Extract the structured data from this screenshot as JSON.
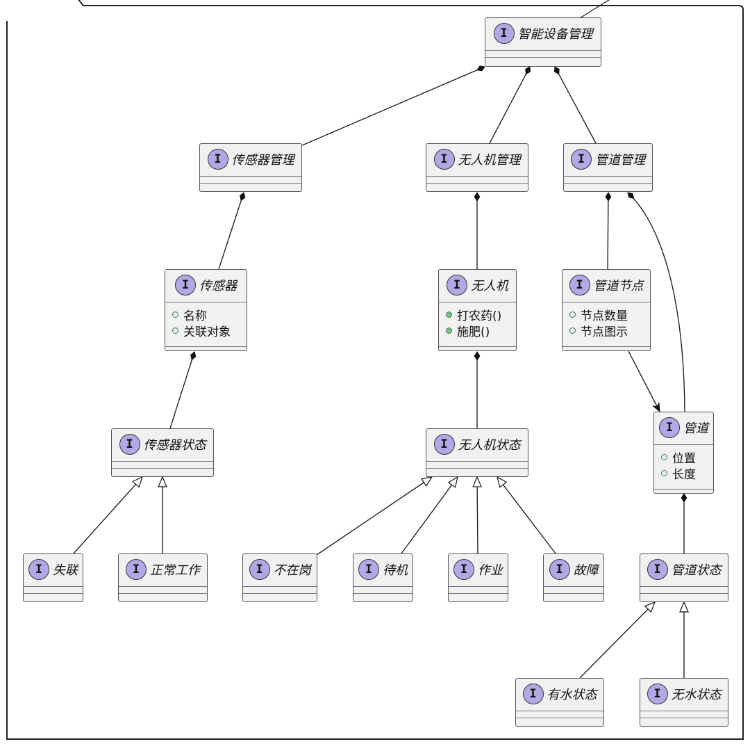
{
  "nodes": {
    "smart": {
      "name": "智能设备管理",
      "badge": "I",
      "members": []
    },
    "sensor_mgr": {
      "name": "传感器管理",
      "badge": "I",
      "members": []
    },
    "uav_mgr": {
      "name": "无人机管理",
      "badge": "I",
      "members": []
    },
    "pipe_mgr": {
      "name": "管道管理",
      "badge": "I",
      "members": []
    },
    "sensor": {
      "name": "传感器",
      "badge": "I",
      "members": [
        {
          "text": "名称",
          "kind": "field"
        },
        {
          "text": "关联对象",
          "kind": "field"
        }
      ]
    },
    "uav": {
      "name": "无人机",
      "badge": "I",
      "members": [
        {
          "text": "打农药()",
          "kind": "method"
        },
        {
          "text": "施肥()",
          "kind": "method"
        }
      ]
    },
    "pipe_node": {
      "name": "管道节点",
      "badge": "I",
      "members": [
        {
          "text": "节点数量",
          "kind": "field"
        },
        {
          "text": "节点图示",
          "kind": "field"
        }
      ]
    },
    "pipe": {
      "name": "管道",
      "badge": "I",
      "members": [
        {
          "text": "位置",
          "kind": "field"
        },
        {
          "text": "长度",
          "kind": "field"
        }
      ]
    },
    "sensor_state": {
      "name": "传感器状态",
      "badge": "I",
      "members": []
    },
    "uav_state": {
      "name": "无人机状态",
      "badge": "I",
      "members": []
    },
    "pipe_state": {
      "name": "管道状态",
      "badge": "I",
      "members": []
    },
    "lost": {
      "name": "失联",
      "badge": "I",
      "members": []
    },
    "normal": {
      "name": "正常工作",
      "badge": "I",
      "members": []
    },
    "absent": {
      "name": "不在岗",
      "badge": "I",
      "members": []
    },
    "standby": {
      "name": "待机",
      "badge": "I",
      "members": []
    },
    "working": {
      "name": "作业",
      "badge": "I",
      "members": []
    },
    "fault": {
      "name": "故障",
      "badge": "I",
      "members": []
    },
    "water": {
      "name": "有水状态",
      "badge": "I",
      "members": []
    },
    "nowater": {
      "name": "无水状态",
      "badge": "I",
      "members": []
    }
  },
  "relations": [
    {
      "from": "smart",
      "to": "sensor_mgr",
      "type": "composition"
    },
    {
      "from": "smart",
      "to": "uav_mgr",
      "type": "composition"
    },
    {
      "from": "smart",
      "to": "pipe_mgr",
      "type": "composition"
    },
    {
      "from": "sensor_mgr",
      "to": "sensor",
      "type": "composition"
    },
    {
      "from": "uav_mgr",
      "to": "uav",
      "type": "composition"
    },
    {
      "from": "pipe_mgr",
      "to": "pipe_node",
      "type": "composition"
    },
    {
      "from": "pipe_mgr",
      "to": "pipe",
      "type": "composition"
    },
    {
      "from": "pipe_node",
      "to": "pipe",
      "type": "association"
    },
    {
      "from": "sensor",
      "to": "sensor_state",
      "type": "composition"
    },
    {
      "from": "uav",
      "to": "uav_state",
      "type": "composition"
    },
    {
      "from": "pipe",
      "to": "pipe_state",
      "type": "composition"
    },
    {
      "from": "lost",
      "to": "sensor_state",
      "type": "inheritance"
    },
    {
      "from": "normal",
      "to": "sensor_state",
      "type": "inheritance"
    },
    {
      "from": "absent",
      "to": "uav_state",
      "type": "inheritance"
    },
    {
      "from": "standby",
      "to": "uav_state",
      "type": "inheritance"
    },
    {
      "from": "working",
      "to": "uav_state",
      "type": "inheritance"
    },
    {
      "from": "fault",
      "to": "uav_state",
      "type": "inheritance"
    },
    {
      "from": "water",
      "to": "pipe_state",
      "type": "inheritance"
    },
    {
      "from": "nowater",
      "to": "pipe_state",
      "type": "inheritance"
    }
  ]
}
